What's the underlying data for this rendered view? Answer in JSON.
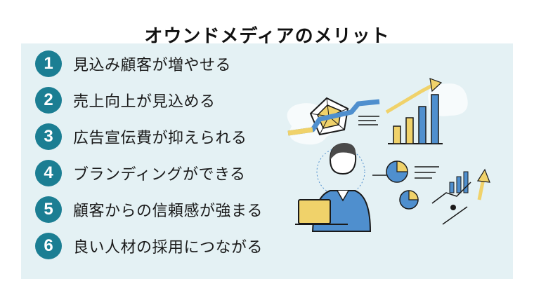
{
  "title": "オウンドメディアのメリット",
  "benefits": [
    {
      "number": "1",
      "text": "見込み顧客が増やせる"
    },
    {
      "number": "2",
      "text": "売上向上が見込める"
    },
    {
      "number": "3",
      "text": "広告宣伝費が抑えられる"
    },
    {
      "number": "4",
      "text": "ブランディングができる"
    },
    {
      "number": "5",
      "text": "顧客からの信頼感が強まる"
    },
    {
      "number": "6",
      "text": "良い人材の採用につながる"
    }
  ],
  "colors": {
    "accent": "#1b7e93",
    "panel_background": "#e4f1f4",
    "illustration_yellow": "#f0d26a",
    "illustration_blue": "#4f8fce",
    "title_text": "#111111"
  },
  "illustration": {
    "icons": [
      "radar-chart-icon",
      "rising-bar-chart-icon",
      "pie-chart-icon",
      "line-chart-icon",
      "person-with-laptop-icon",
      "up-arrow-icon"
    ]
  }
}
